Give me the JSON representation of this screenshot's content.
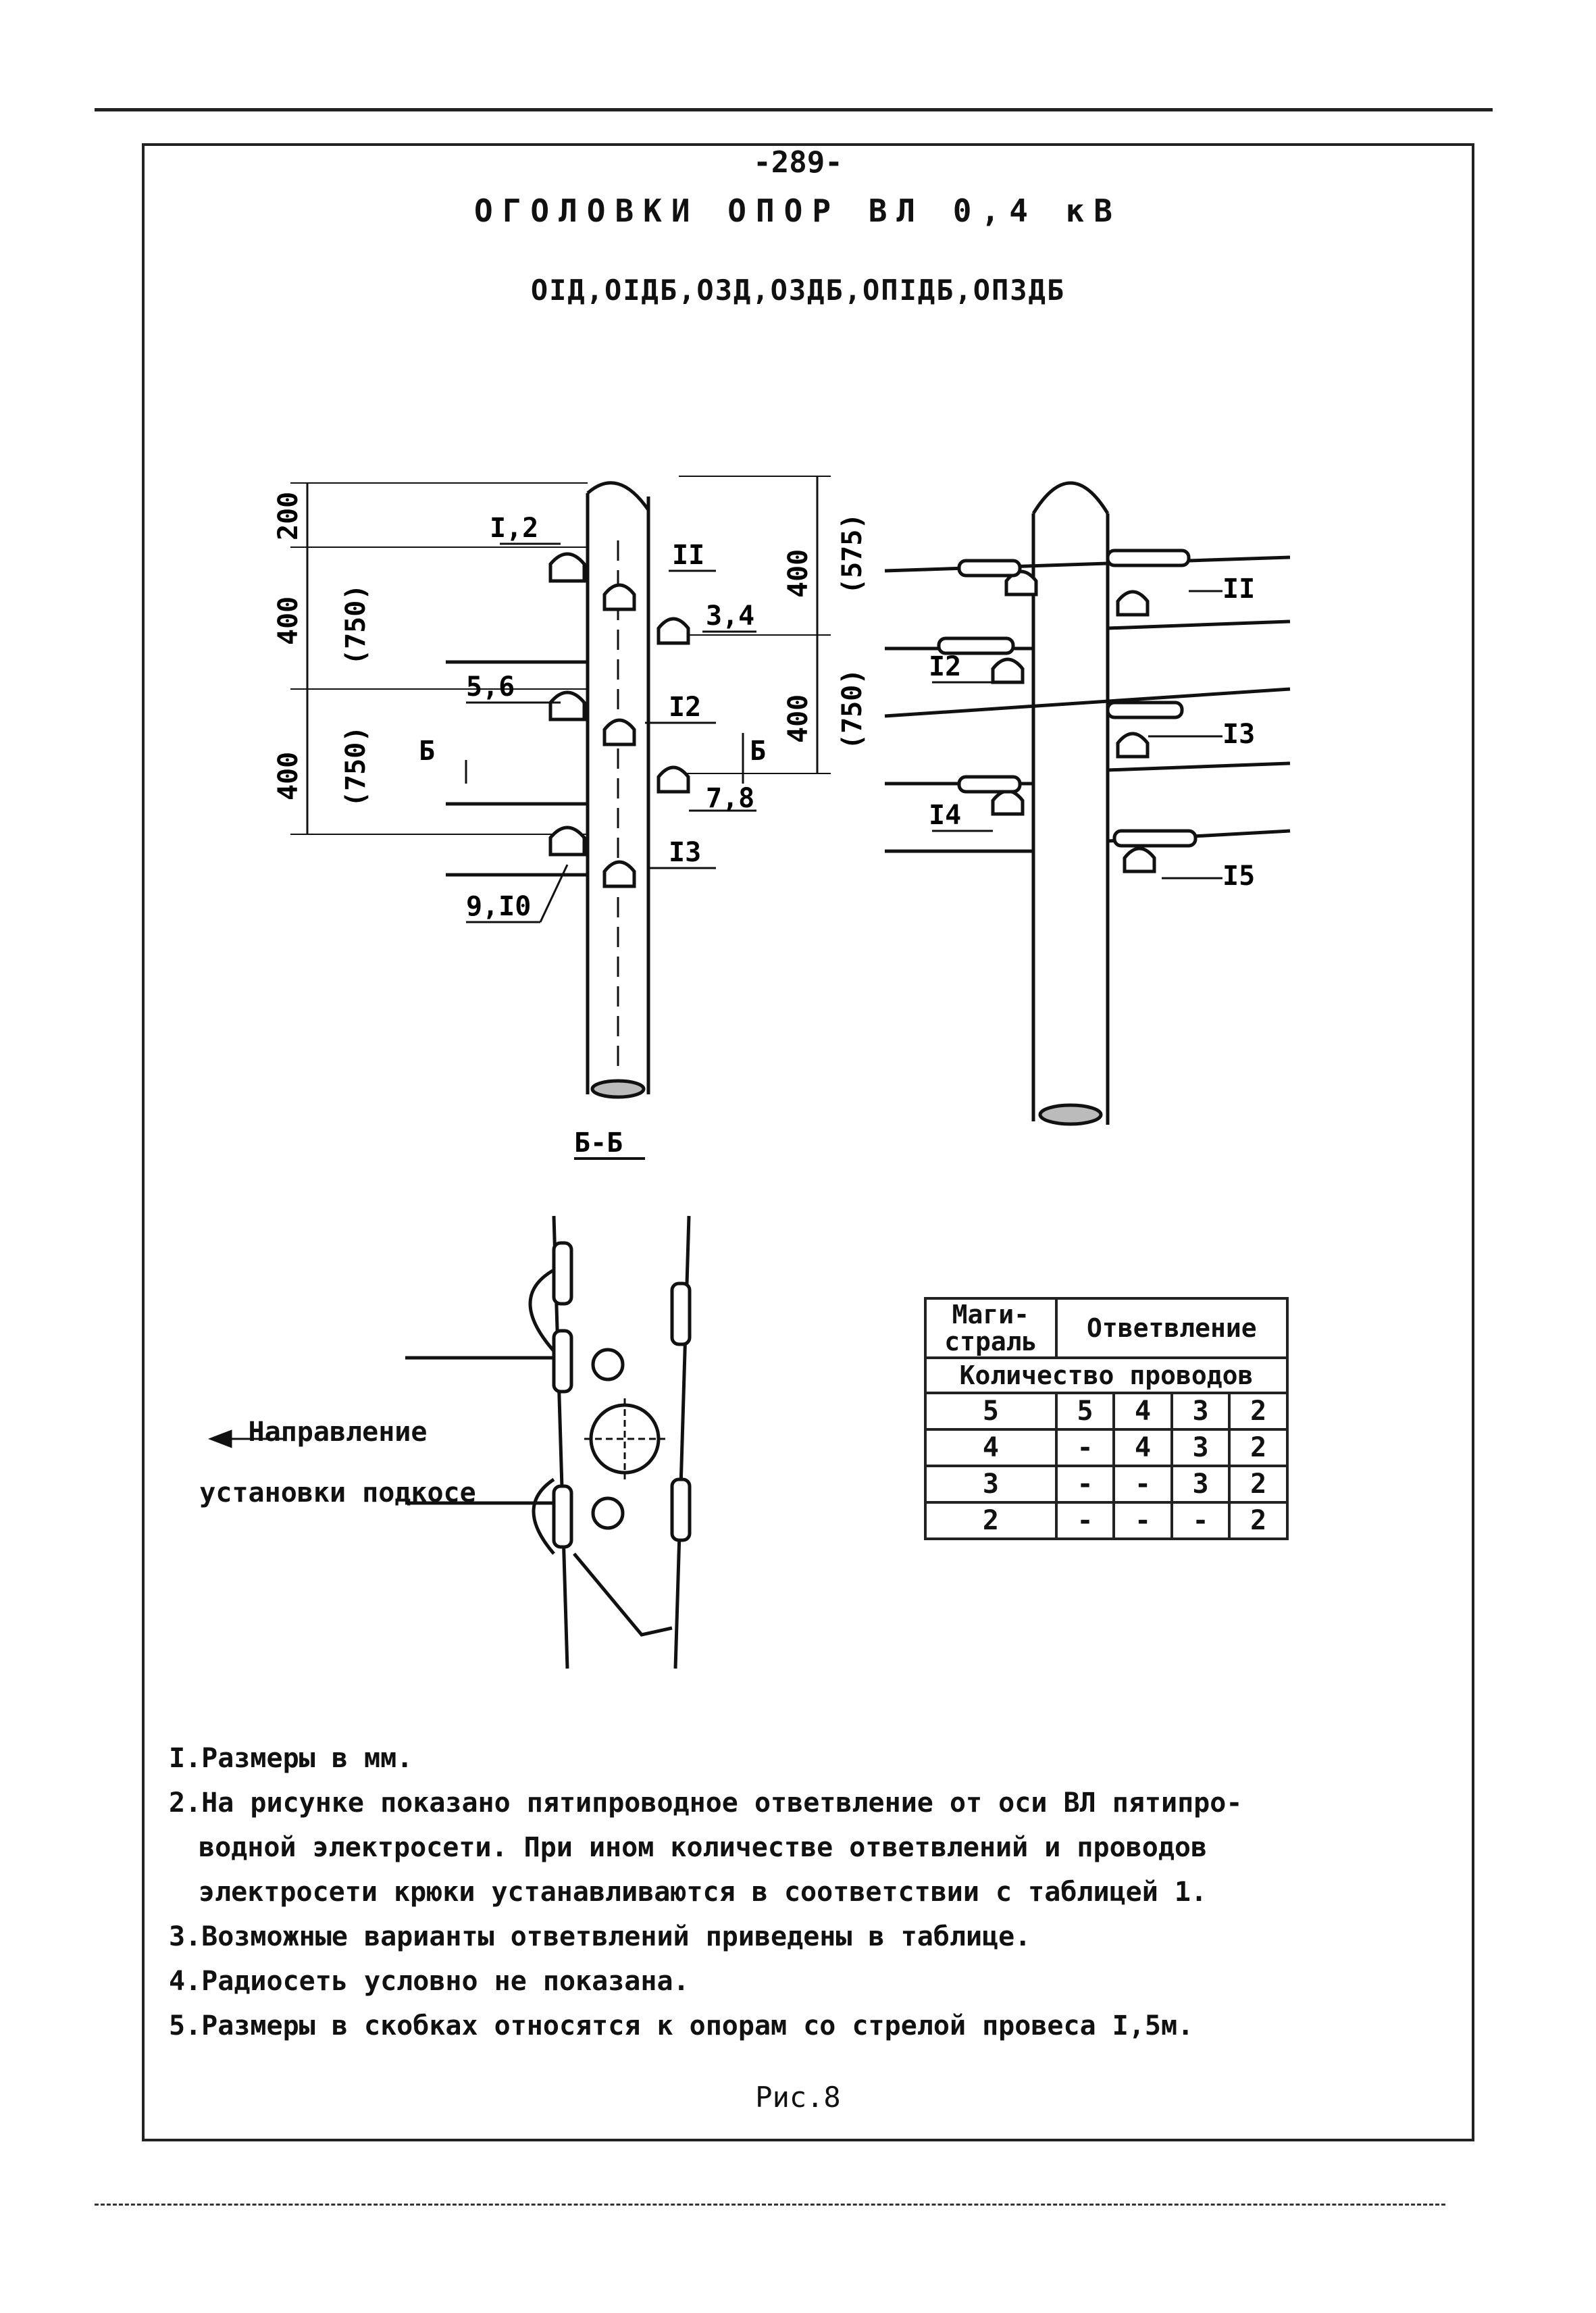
{
  "header": {
    "page_number": "-289-",
    "title": "ОГОЛОВКИ ОПОР ВЛ 0,4 кВ",
    "subtitle": "ОIД,ОIДБ,ОЗД,ОЗДБ,ОПIДБ,ОПЗДБ"
  },
  "drawing_left": {
    "dims_left": [
      "200",
      "400",
      "(750)",
      "400",
      "(750)"
    ],
    "dims_right": [
      "400",
      "(575)",
      "400",
      "(750)"
    ],
    "callouts": [
      "I,2",
      "II",
      "3,4",
      "5,6",
      "I2",
      "7,8",
      "I3",
      "9,I0"
    ],
    "section_marks": [
      "Б",
      "Б"
    ]
  },
  "drawing_right": {
    "callouts": [
      "II",
      "I2",
      "I3",
      "I4",
      "I5"
    ]
  },
  "section": {
    "title": "Б-Б",
    "direction_label_line1": "Направление",
    "direction_label_line2": "установки подкосе"
  },
  "table": {
    "col_main": "Маги-\nстраль",
    "col_branch": "Ответвление",
    "subheader": "Количество проводов",
    "rows": [
      [
        "5",
        "5",
        "4",
        "3",
        "2"
      ],
      [
        "4",
        "-",
        "4",
        "3",
        "2"
      ],
      [
        "3",
        "-",
        "-",
        "3",
        "2"
      ],
      [
        "2",
        "-",
        "-",
        "-",
        "2"
      ]
    ]
  },
  "notes": [
    "I.Размеры в мм.",
    "2.На рисунке показано пятипроводное ответвление от оси ВЛ пятипро-",
    "водной электросети. При ином количестве ответвлений и проводов",
    "электросети крюки устанавливаются в соответствии с таблицей 1.",
    "3.Возможные варианты ответвлений приведены в таблице.",
    "4.Радиосеть условно не показана.",
    "5.Размеры в скобках относятся к опорам со стрелой провеса I,5м."
  ],
  "figure_caption": "Рис.8"
}
